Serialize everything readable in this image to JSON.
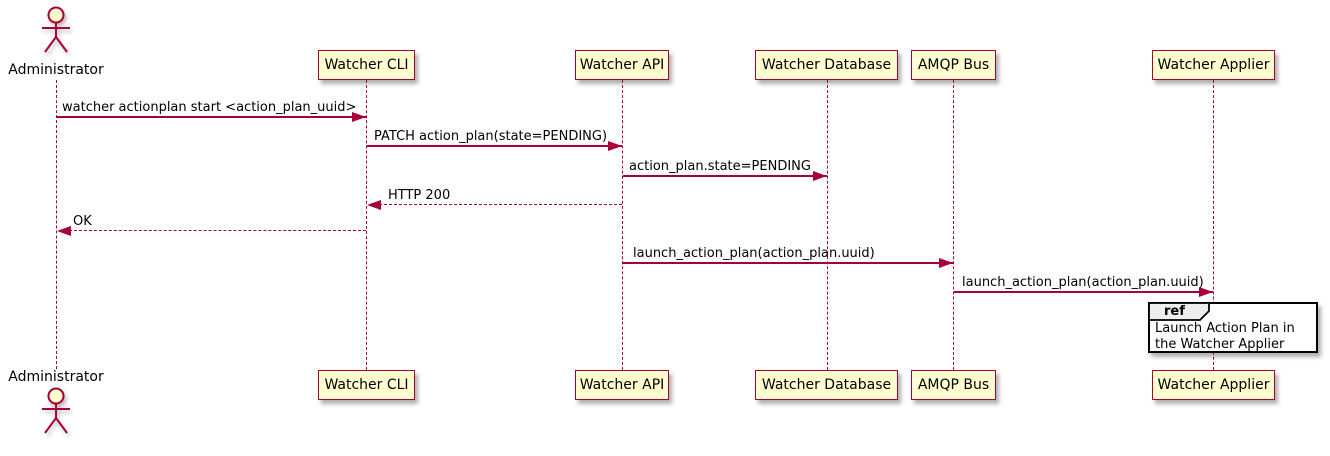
{
  "colors": {
    "participant_fill": "#FEFECE",
    "participant_border": "#A80036",
    "line_color": "#A80036",
    "text_color": "#000000",
    "ref_header_fill": "#EEEEEE",
    "ref_border": "#000000",
    "canvas_bg": "#FFFFFF"
  },
  "actor": {
    "label": "Administrator"
  },
  "participants": [
    {
      "label": "Watcher CLI"
    },
    {
      "label": "Watcher API"
    },
    {
      "label": "Watcher Database"
    },
    {
      "label": "AMQP Bus"
    },
    {
      "label": "Watcher Applier"
    }
  ],
  "messages": [
    {
      "label": "watcher actionplan start <action_plan_uuid>",
      "from": "Administrator",
      "to": "Watcher CLI",
      "style": "solid"
    },
    {
      "label": "PATCH action_plan(state=PENDING)",
      "from": "Watcher CLI",
      "to": "Watcher API",
      "style": "solid"
    },
    {
      "label": "action_plan.state=PENDING",
      "from": "Watcher API",
      "to": "Watcher Database",
      "style": "solid"
    },
    {
      "label": "HTTP 200",
      "from": "Watcher API",
      "to": "Watcher CLI",
      "style": "dashed"
    },
    {
      "label": "OK",
      "from": "Watcher CLI",
      "to": "Administrator",
      "style": "dashed"
    },
    {
      "label": "launch_action_plan(action_plan.uuid)",
      "from": "Watcher API",
      "to": "AMQP Bus",
      "style": "solid"
    },
    {
      "label": "launch_action_plan(action_plan.uuid)",
      "from": "AMQP Bus",
      "to": "Watcher Applier",
      "style": "solid"
    }
  ],
  "ref": {
    "keyword": "ref",
    "text": "Launch Action Plan in the Watcher Applier"
  }
}
